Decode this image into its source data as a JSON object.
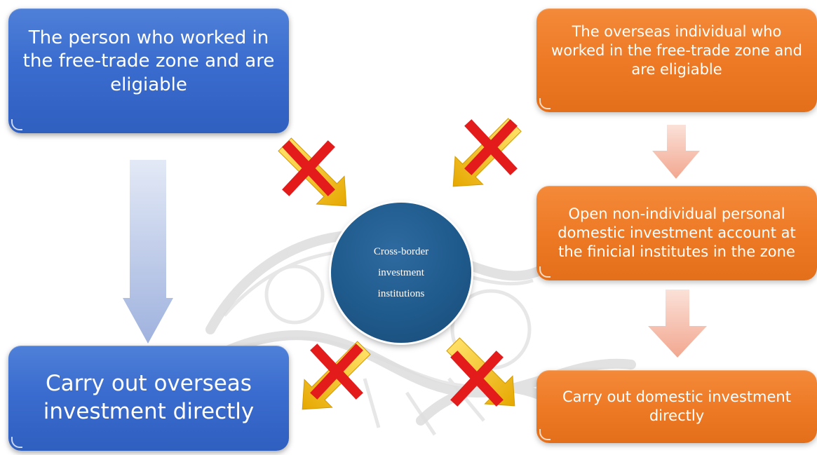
{
  "diagram": {
    "left_top_box": "The person who worked in the free-trade zone and are eligiable",
    "left_bottom_box": "Carry out overseas investment directly",
    "right_top_box": "The overseas individual who worked in the free-trade zone and are eligiable",
    "right_middle_box": "Open non-individual personal domestic investment account at the finicial institutes in the zone",
    "right_bottom_box": "Carry out domestic investment directly",
    "center_circle": "Cross-border investment institutions"
  },
  "colors": {
    "blue_box": "#3a6ccf",
    "orange_box": "#ee7a26",
    "circle": "#1f5a8c",
    "yellow_arrow": "#f2b705",
    "red_cross": "#e31b1b",
    "blue_down_arrow": "#a9b8df",
    "salmon_down_arrow": "#f4b6a3"
  }
}
